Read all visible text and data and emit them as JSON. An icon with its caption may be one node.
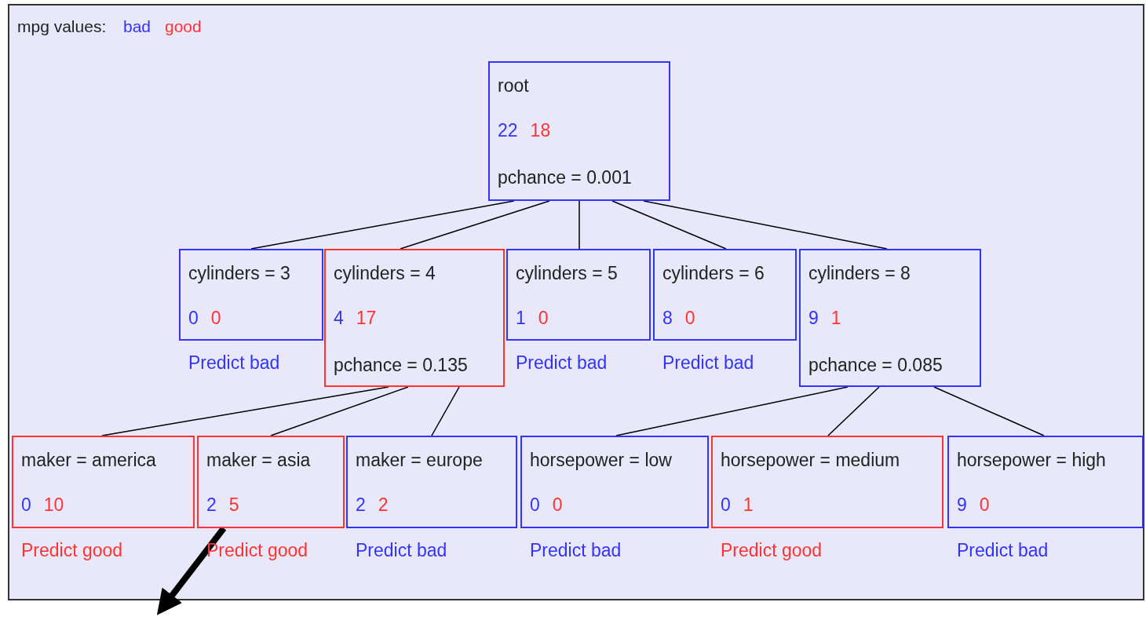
{
  "diagram": {
    "nodes": [
      {
        "text": [
          "root",
          "22",
          "18",
          "pchance = 0.001"
        ]
      },
      {
        "text": [
          "cylinders = 3",
          "0",
          "0"
        ],
        "beside": [
          "Predict bad"
        ]
      },
      {
        "text": [
          "cylinders = 4",
          "4",
          "17",
          "pchance = 0.135"
        ]
      },
      {
        "text": [
          "cylinders = 5",
          "1",
          "0"
        ],
        "beside": [
          "Predict bad"
        ]
      },
      {
        "text": [
          "cylinders = 6",
          "8",
          "0"
        ],
        "beside": [
          "Predict bad"
        ]
      },
      {
        "text": [
          "cylinders = 8",
          "9",
          "1",
          "pchance = 0.085"
        ]
      },
      {
        "text": [
          "maker = america",
          "0",
          "10"
        ],
        "beside": [
          "Predict good"
        ]
      },
      {
        "text": [
          "maker = asia",
          "2",
          "5"
        ],
        "beside": [
          "Predict good"
        ]
      },
      {
        "text": [
          "maker = europe",
          "2",
          "2"
        ],
        "beside": [
          "Predict bad"
        ]
      },
      {
        "text": [
          "horsepower = low",
          "0",
          "0"
        ],
        "beside": [
          "Predict bad"
        ]
      },
      {
        "text": [
          "horsepower = medium",
          "0",
          "1"
        ],
        "beside": [
          "Predict good"
        ]
      },
      {
        "text": [
          "horsepower = high",
          "9",
          "0"
        ],
        "beside": [
          "Predict bad"
        ]
      }
    ],
    "edges": [
      {
        "from": 0,
        "to": 1,
        "arrow": "none"
      },
      {
        "from": 0,
        "to": 2,
        "arrow": "none"
      },
      {
        "from": 0,
        "to": 3,
        "arrow": "none"
      },
      {
        "from": 0,
        "to": 4,
        "arrow": "none"
      },
      {
        "from": 0,
        "to": 5,
        "arrow": "none"
      },
      {
        "from": 2,
        "to": 6,
        "arrow": "none"
      },
      {
        "from": 2,
        "to": 7,
        "arrow": "none"
      },
      {
        "from": 2,
        "to": 8,
        "arrow": "none"
      },
      {
        "from": 5,
        "to": 9,
        "arrow": "none"
      },
      {
        "from": 5,
        "to": 10,
        "arrow": "none"
      },
      {
        "from": 5,
        "to": 11,
        "arrow": "none"
      },
      {
        "from": 7,
        "to": null,
        "arrow": "to",
        "style": "thick"
      }
    ],
    "labels": [
      "mpg values:"
    ],
    "legend": [
      {
        "text": "bad",
        "color": "#3333ff"
      },
      {
        "text": "good",
        "color": "#ff3333"
      }
    ]
  }
}
